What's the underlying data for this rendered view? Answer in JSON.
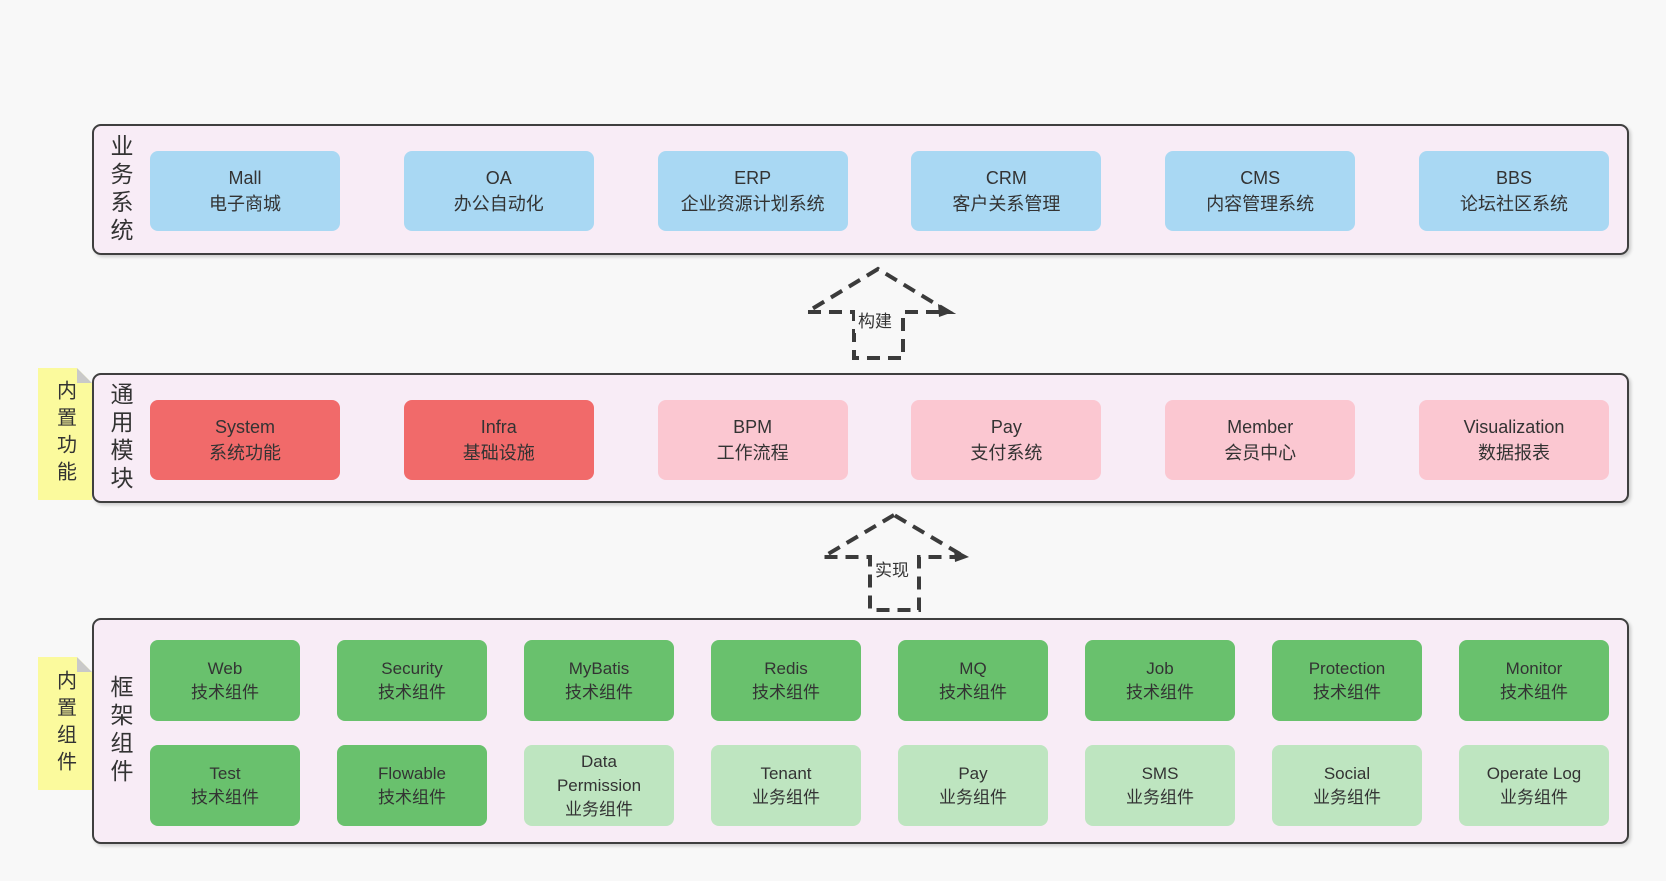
{
  "colors": {
    "page_bg": "#f8f8f8",
    "band_bg": "#f8ecf6",
    "border": "#3f3f3f",
    "dash": "#3b3b3b",
    "text": "#333333",
    "blue": "#a9d8f3",
    "red": "#f16a6a",
    "pink": "#fbc7d1",
    "green": "#69c16d",
    "lightgreen": "#bee5c0",
    "sticky": "#fbfa9d",
    "fold": "#c9c9c9"
  },
  "arrows": [
    {
      "label": "构建"
    },
    {
      "label": "实现"
    }
  ],
  "bands": [
    {
      "label": "业务系统",
      "boxes": [
        {
          "name": "Mall",
          "desc": "电子商城",
          "variant": "blue"
        },
        {
          "name": "OA",
          "desc": "办公自动化",
          "variant": "blue"
        },
        {
          "name": "ERP",
          "desc": "企业资源计划系统",
          "variant": "blue"
        },
        {
          "name": "CRM",
          "desc": "客户关系管理",
          "variant": "blue"
        },
        {
          "name": "CMS",
          "desc": "内容管理系统",
          "variant": "blue"
        },
        {
          "name": "BBS",
          "desc": "论坛社区系统",
          "variant": "blue"
        }
      ]
    },
    {
      "label": "通用模块",
      "sticky": "内置功能",
      "boxes": [
        {
          "name": "System",
          "desc": "系统功能",
          "variant": "red"
        },
        {
          "name": "Infra",
          "desc": "基础设施",
          "variant": "red"
        },
        {
          "name": "BPM",
          "desc": "工作流程",
          "variant": "pink"
        },
        {
          "name": "Pay",
          "desc": "支付系统",
          "variant": "pink"
        },
        {
          "name": "Member",
          "desc": "会员中心",
          "variant": "pink"
        },
        {
          "name": "Visualization",
          "desc": "数据报表",
          "variant": "pink"
        }
      ]
    },
    {
      "label": "框架组件",
      "sticky": "内置组件",
      "rows": [
        [
          {
            "name": "Web",
            "desc": "技术组件",
            "variant": "green"
          },
          {
            "name": "Security",
            "desc": "技术组件",
            "variant": "green"
          },
          {
            "name": "MyBatis",
            "desc": "技术组件",
            "variant": "green"
          },
          {
            "name": "Redis",
            "desc": "技术组件",
            "variant": "green"
          },
          {
            "name": "MQ",
            "desc": "技术组件",
            "variant": "green"
          },
          {
            "name": "Job",
            "desc": "技术组件",
            "variant": "green"
          },
          {
            "name": "Protection",
            "desc": "技术组件",
            "variant": "green"
          },
          {
            "name": "Monitor",
            "desc": "技术组件",
            "variant": "green"
          }
        ],
        [
          {
            "name": "Test",
            "desc": "技术组件",
            "variant": "green"
          },
          {
            "name": "Flowable",
            "desc": "技术组件",
            "variant": "green"
          },
          {
            "name": "Data Permission",
            "desc": "业务组件",
            "variant": "lightgreen"
          },
          {
            "name": "Tenant",
            "desc": "业务组件",
            "variant": "lightgreen"
          },
          {
            "name": "Pay",
            "desc": "业务组件",
            "variant": "lightgreen"
          },
          {
            "name": "SMS",
            "desc": "业务组件",
            "variant": "lightgreen"
          },
          {
            "name": "Social",
            "desc": "业务组件",
            "variant": "lightgreen"
          },
          {
            "name": "Operate Log",
            "desc": "业务组件",
            "variant": "lightgreen"
          }
        ]
      ]
    }
  ]
}
